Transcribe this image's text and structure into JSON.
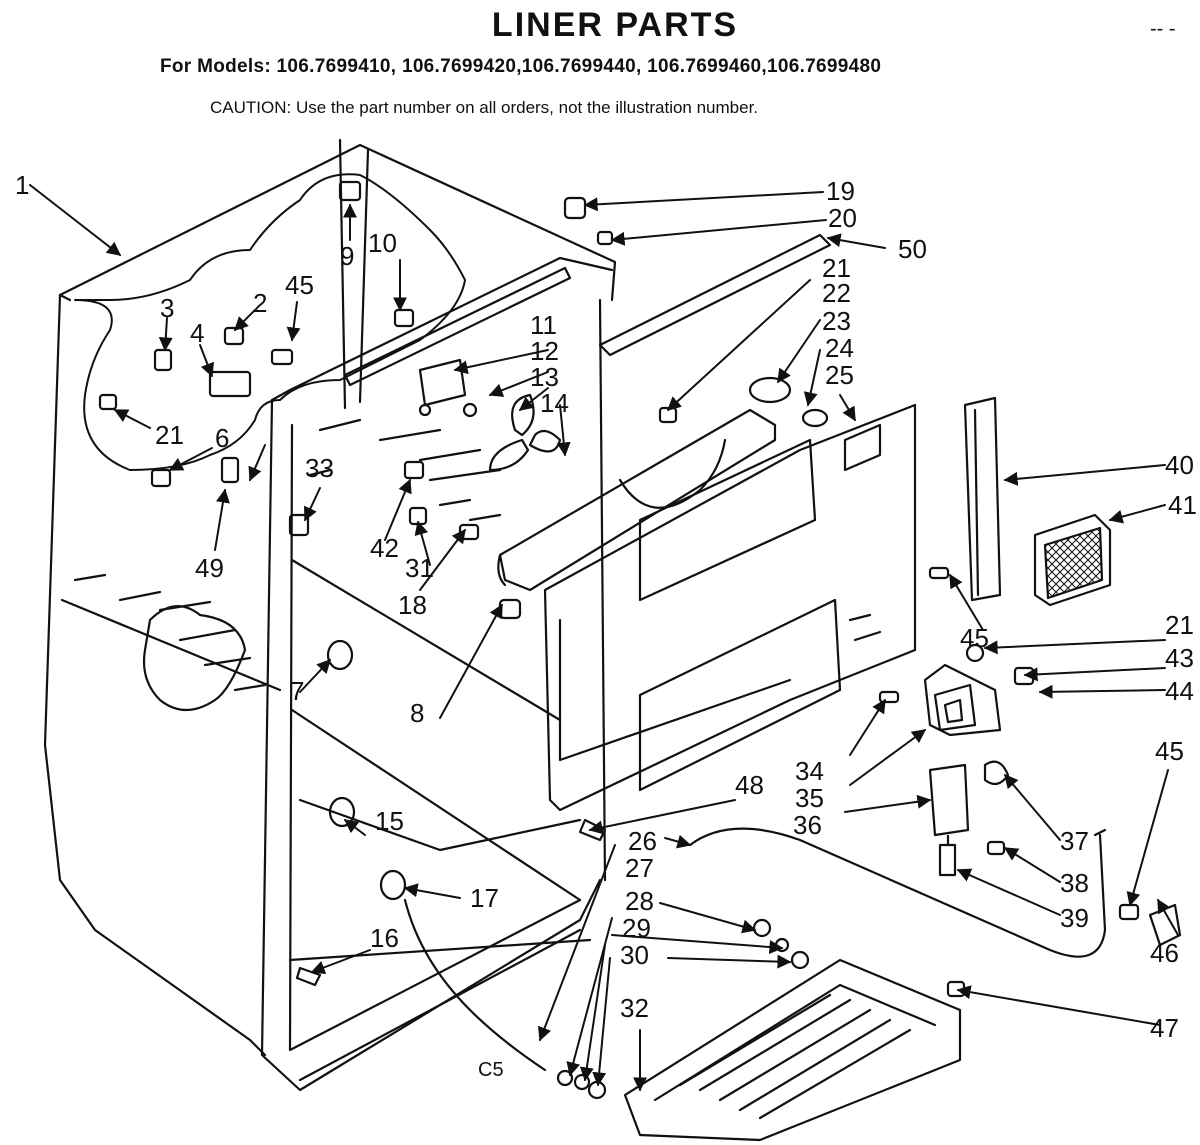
{
  "header": {
    "title": "LINER PARTS",
    "models": "For Models: 106.7699410, 106.7699420,106.7699440, 106.7699460,106.7699480",
    "caution": "CAUTION: Use the part number on all orders, not the illustration number.",
    "corner_mark": "-- -"
  },
  "page_code": "C5",
  "callouts": {
    "c1": "1",
    "c2": "2",
    "c3": "3",
    "c4": "4",
    "c6": "6",
    "c7": "7",
    "c8": "8",
    "c9": "9",
    "c10": "10",
    "c11": "11",
    "c12": "12",
    "c13": "13",
    "c14": "14",
    "c15": "15",
    "c16": "16",
    "c17": "17",
    "c18": "18",
    "c19": "19",
    "c20": "20",
    "c21a": "21",
    "c21b": "21",
    "c21c": "21",
    "c22": "22",
    "c23": "23",
    "c24": "24",
    "c25": "25",
    "c26": "26",
    "c27": "27",
    "c28": "28",
    "c29": "29",
    "c30": "30",
    "c31": "31",
    "c32": "32",
    "c33": "33",
    "c34": "34",
    "c35": "35",
    "c36": "36",
    "c37": "37",
    "c38": "38",
    "c39": "39",
    "c40": "40",
    "c41": "41",
    "c42": "42",
    "c43": "43",
    "c44": "44",
    "c45a": "45",
    "c45b": "45",
    "c45c": "45",
    "c46": "46",
    "c47": "47",
    "c48": "48",
    "c49": "49",
    "c50": "50"
  }
}
